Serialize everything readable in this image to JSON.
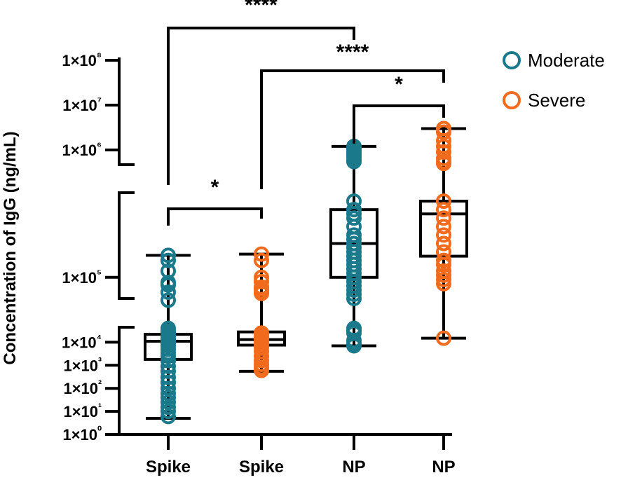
{
  "chart_data": {
    "type": "scatter",
    "title": "",
    "xlabel": "",
    "ylabel": "Concentration of  IgG (ng/mL)",
    "categories": [
      "Spike",
      "Spike",
      "NP",
      "NP"
    ],
    "y_scale": "segmented (log lower segment, linear middle segment, log upper segment)",
    "y_ticks": [
      {
        "label": "1×10⁸",
        "value": 100000000
      },
      {
        "label": "1×10⁷",
        "value": 10000000
      },
      {
        "label": "1×10⁶",
        "value": 1000000
      },
      {
        "label": "1×10⁵",
        "value": 100000
      },
      {
        "label": "1×10⁴",
        "value": 10000
      },
      {
        "label": "1×10³",
        "value": 1000
      },
      {
        "label": "1×10²",
        "value": 100
      },
      {
        "label": "1×10¹",
        "value": 10
      },
      {
        "label": "1×10⁰",
        "value": 1
      }
    ],
    "colors": {
      "Moderate": "#1a7a8c",
      "Severe": "#f26b1d"
    },
    "legend": {
      "placement": "top-right",
      "entries": [
        "Moderate",
        "Severe"
      ]
    },
    "groups": [
      {
        "category": "Spike",
        "series": "Moderate",
        "box": {
          "min": 5,
          "q1": 1800,
          "median": 11000,
          "q3": 22000,
          "max": 152000
        },
        "points": [
          152000,
          140000,
          115000,
          88000,
          82000,
          65000,
          46000,
          40000,
          30000,
          26000,
          22000,
          20000,
          18000,
          15000,
          13000,
          11000,
          9000,
          7000,
          5000,
          3500,
          2500,
          1600,
          900,
          550,
          300,
          180,
          100,
          60,
          40,
          25,
          15,
          10,
          6
        ]
      },
      {
        "category": "Spike",
        "series": "Severe",
        "box": {
          "min": 550,
          "q1": 7500,
          "median": 13000,
          "q3": 28000,
          "max": 155000
        },
        "points": [
          155000,
          140000,
          100000,
          90000,
          77000,
          72000,
          65000,
          62000,
          25000,
          20000,
          16000,
          13000,
          10000,
          8000,
          6000,
          4000,
          2500,
          1600,
          1100,
          800,
          600
        ]
      },
      {
        "category": "NP",
        "series": "Moderate",
        "box": {
          "min": 7000,
          "q1": 100000,
          "median": 180000,
          "q3": 260000,
          "max": 1200000
        },
        "points": [
          1200000,
          1100000,
          1000000,
          900000,
          800000,
          700000,
          600000,
          550000,
          280000,
          260000,
          250000,
          240000,
          220000,
          200000,
          190000,
          180000,
          170000,
          160000,
          150000,
          140000,
          130000,
          120000,
          110000,
          100000,
          90000,
          80000,
          70000,
          60000,
          50000,
          40000,
          35000,
          30000,
          25000,
          12000,
          9000,
          7000
        ]
      },
      {
        "category": "NP",
        "series": "Severe",
        "box": {
          "min": 15000,
          "q1": 150000,
          "median": 250000,
          "q3": 280000,
          "max": 3000000
        },
        "points": [
          3000000,
          2500000,
          1600000,
          1200000,
          900000,
          650000,
          550000,
          500000,
          280000,
          260000,
          240000,
          220000,
          200000,
          180000,
          160000,
          140000,
          130000,
          115000,
          105000,
          95000,
          85000,
          15000
        ]
      }
    ],
    "significance": [
      {
        "from": 0,
        "to": 2,
        "label": "****"
      },
      {
        "from": 1,
        "to": 3,
        "label": "****"
      },
      {
        "from": 2,
        "to": 3,
        "label": "*"
      },
      {
        "from": 0,
        "to": 1,
        "label": "*"
      }
    ]
  }
}
